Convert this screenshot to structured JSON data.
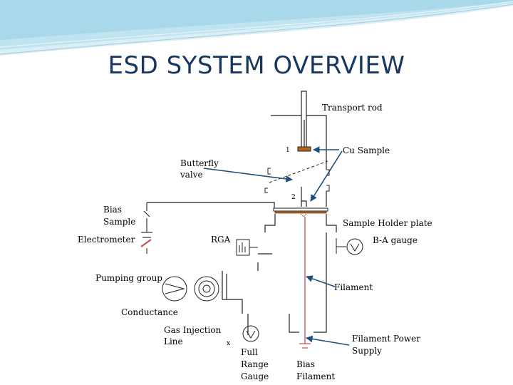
{
  "slide": {
    "title": "ESD SYSTEM OVERVIEW"
  },
  "labels": {
    "transport_rod": "Transport rod",
    "cu_sample": "Cu Sample",
    "butterfly_valve": [
      "Butterfly",
      "valve"
    ],
    "bias_sample": [
      "Bias",
      "Sample"
    ],
    "electrometer": "Electrometer",
    "rga": "RGA",
    "sample_holder_plate": "Sample Holder plate",
    "ba_gauge": "B-A gauge",
    "pumping_group": "Pumping group",
    "filament": "Filament",
    "conductance": "Conductance",
    "gas_injection_line": [
      "Gas Injection",
      "Line"
    ],
    "full_range_gauge": [
      "Full",
      "Range",
      "Gauge"
    ],
    "bias_filament": [
      "Bias",
      "Filament"
    ],
    "filament_power_supply": [
      "Filament Power",
      "Supply"
    ],
    "position_1": "1",
    "position_2": "2",
    "valve_mark": "x"
  },
  "colors": {
    "title": "#17375e",
    "arrow": "#1f4e79",
    "filament_line": "#c0504d",
    "banner": "#bfe3ef"
  }
}
